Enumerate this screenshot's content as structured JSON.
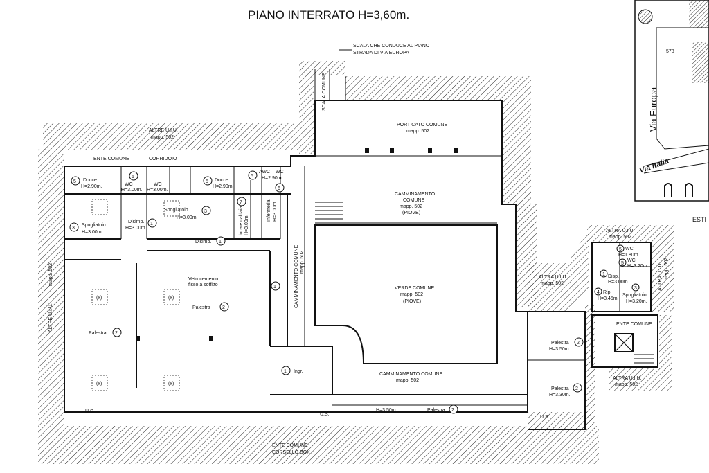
{
  "title": "PIANO INTERRATO H=3,60m.",
  "labels": {
    "scala_1": "SCALA CHE CONDUCE AL PIANO",
    "scala_2": "STRADA DI VIA EUROPA",
    "scala_comune": "SCALA COMUNE",
    "altre_uiu_top": "ALTRE U.I.U.",
    "mapp502_top": "mapp. 502",
    "ente_comune": "ENTE COMUNE",
    "corridoio": "CORRIDOIO",
    "porticato": "PORTICATO COMUNE",
    "porticato_mapp": "mapp. 502",
    "docce_1": "Docce",
    "docce_1_h": "H=2.90m.",
    "wc_1": "WC",
    "wc_1_h": "H=3.00m.",
    "wc_2": "WC",
    "wc_2_h": "H=3.00m.",
    "docce_2": "Docce",
    "docce_2_h": "H=2.90m.",
    "awc": "AWC",
    "wc_3": "WC",
    "wc_3_h": "H=2.90m.",
    "spogliatoio_1": "Spogliatoio",
    "spogliatoio_1_h": "H=3.00m.",
    "spogliatoio_2": "Spogliatoio",
    "spogliatoio_2_h": "H=3.00m.",
    "disimp_1": "Disimp.",
    "disimp_1_h": "H=3.00m.",
    "locale_caldaia": "locale caldaia",
    "locale_caldaia_h": "H=3.00m.",
    "infermeria": "Infermeria",
    "infermeria_h": "H=3.00m.",
    "disimp_2": "Disimp.",
    "camminamento_1": "CAMMINAMENTO",
    "camminamento_1b": "COMUNE",
    "camminamento_1_mapp": "mapp. 502",
    "piove_1": "(PIOVE)",
    "camminamento_vert": "CAMMINAMENTO COMUNE",
    "camminamento_vert_mapp": "mapp. 502",
    "verde": "VERDE COMUNE",
    "verde_mapp": "mapp. 502",
    "piove_2": "(PIOVE)",
    "vetrocemento": "Vetrocemento",
    "vetrocemento_2": "fisso a soffitto",
    "palestra_1": "Palestra",
    "palestra_2": "Palestra",
    "x_mark": "(x)",
    "ingr": "Ingr.",
    "camminamento_2": "CAMMINAMENTO COMUNE",
    "camminamento_2_mapp": "mapp. 502",
    "altre_uiu_left": "ALTRE U.I.U.",
    "mapp502_left": "mapp. 502",
    "h350": "H=3.50m.",
    "palestra_3": "Palestra",
    "us_1": "U.S.",
    "us_2": "U.S.",
    "us_3": "U.S.",
    "ente_comune_bottom": "ENTE COMUNE",
    "corsello_box": "CORSELLO BOX",
    "altra_uiu_mid": "ALTRA U.I.U.",
    "altra_mapp_mid": "mapp. 502",
    "palestra_4": "Palestra",
    "palestra_4_h": "H=3.50m.",
    "palestra_5": "Palestra",
    "palestra_5_h": "H=3.30m.",
    "altra_uiu_r1": "ALTRA U.I.U.",
    "altra_mapp_r1": "mapp. 502",
    "wc_r": "WC",
    "wc_r_h": "H=1.80m.",
    "wc_r2": "WC",
    "wc_r2_h": "H=3.20m.",
    "disp_r": "Disp.",
    "disp_r_h": "H=3.00m.",
    "rip": "Rip.",
    "rip_h": "H=3.45m.",
    "spogliatoio_r": "Spogliatoio",
    "spogliatoio_r_h": "H=3.20m.",
    "altra_uiu_r2": "ALTRA U.I.U.",
    "altra_mapp_r2": "mapp. 502",
    "ente_comune_r": "ENTE COMUNE",
    "altra_uiu_r3": "ALTRA U.I.U.",
    "altra_mapp_r3": "mapp. 502",
    "via_europa": "Via Europa",
    "via_italia": "Via Italia",
    "num_578": "578",
    "esti": "ESTI"
  },
  "numbers": {
    "n1": "1",
    "n2": "2",
    "n3": "3",
    "n5": "5",
    "n6": "6",
    "n7": "7",
    "n4": "4"
  }
}
